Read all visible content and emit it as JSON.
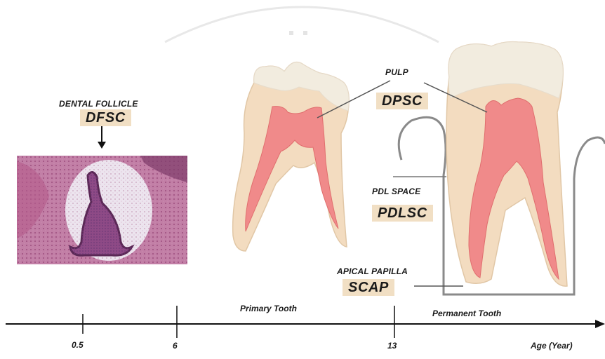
{
  "labels": {
    "dental_follicle": "DENTAL FOLLICLE",
    "dfsc": "DFSC",
    "pulp": "PULP",
    "dpsc": "DPSC",
    "pdl_space": "PDL SPACE",
    "pdlsc": "PDLSC",
    "apical_papilla": "APICAL PAPILLA",
    "scap": "SCAP"
  },
  "timeline": {
    "ticks": [
      "0.5",
      "6",
      "13"
    ],
    "axis_label": "Age (Year)",
    "periods": [
      "Primary Tooth",
      "Permanent Tooth"
    ]
  },
  "colors": {
    "pulp": "#f08a8a",
    "dentin": "#f3dcc0",
    "enamel": "#f2ecdf",
    "label_bg": "#f1dfc4",
    "gum_outline": "#8a8a8a",
    "histology": "#b46a92"
  }
}
